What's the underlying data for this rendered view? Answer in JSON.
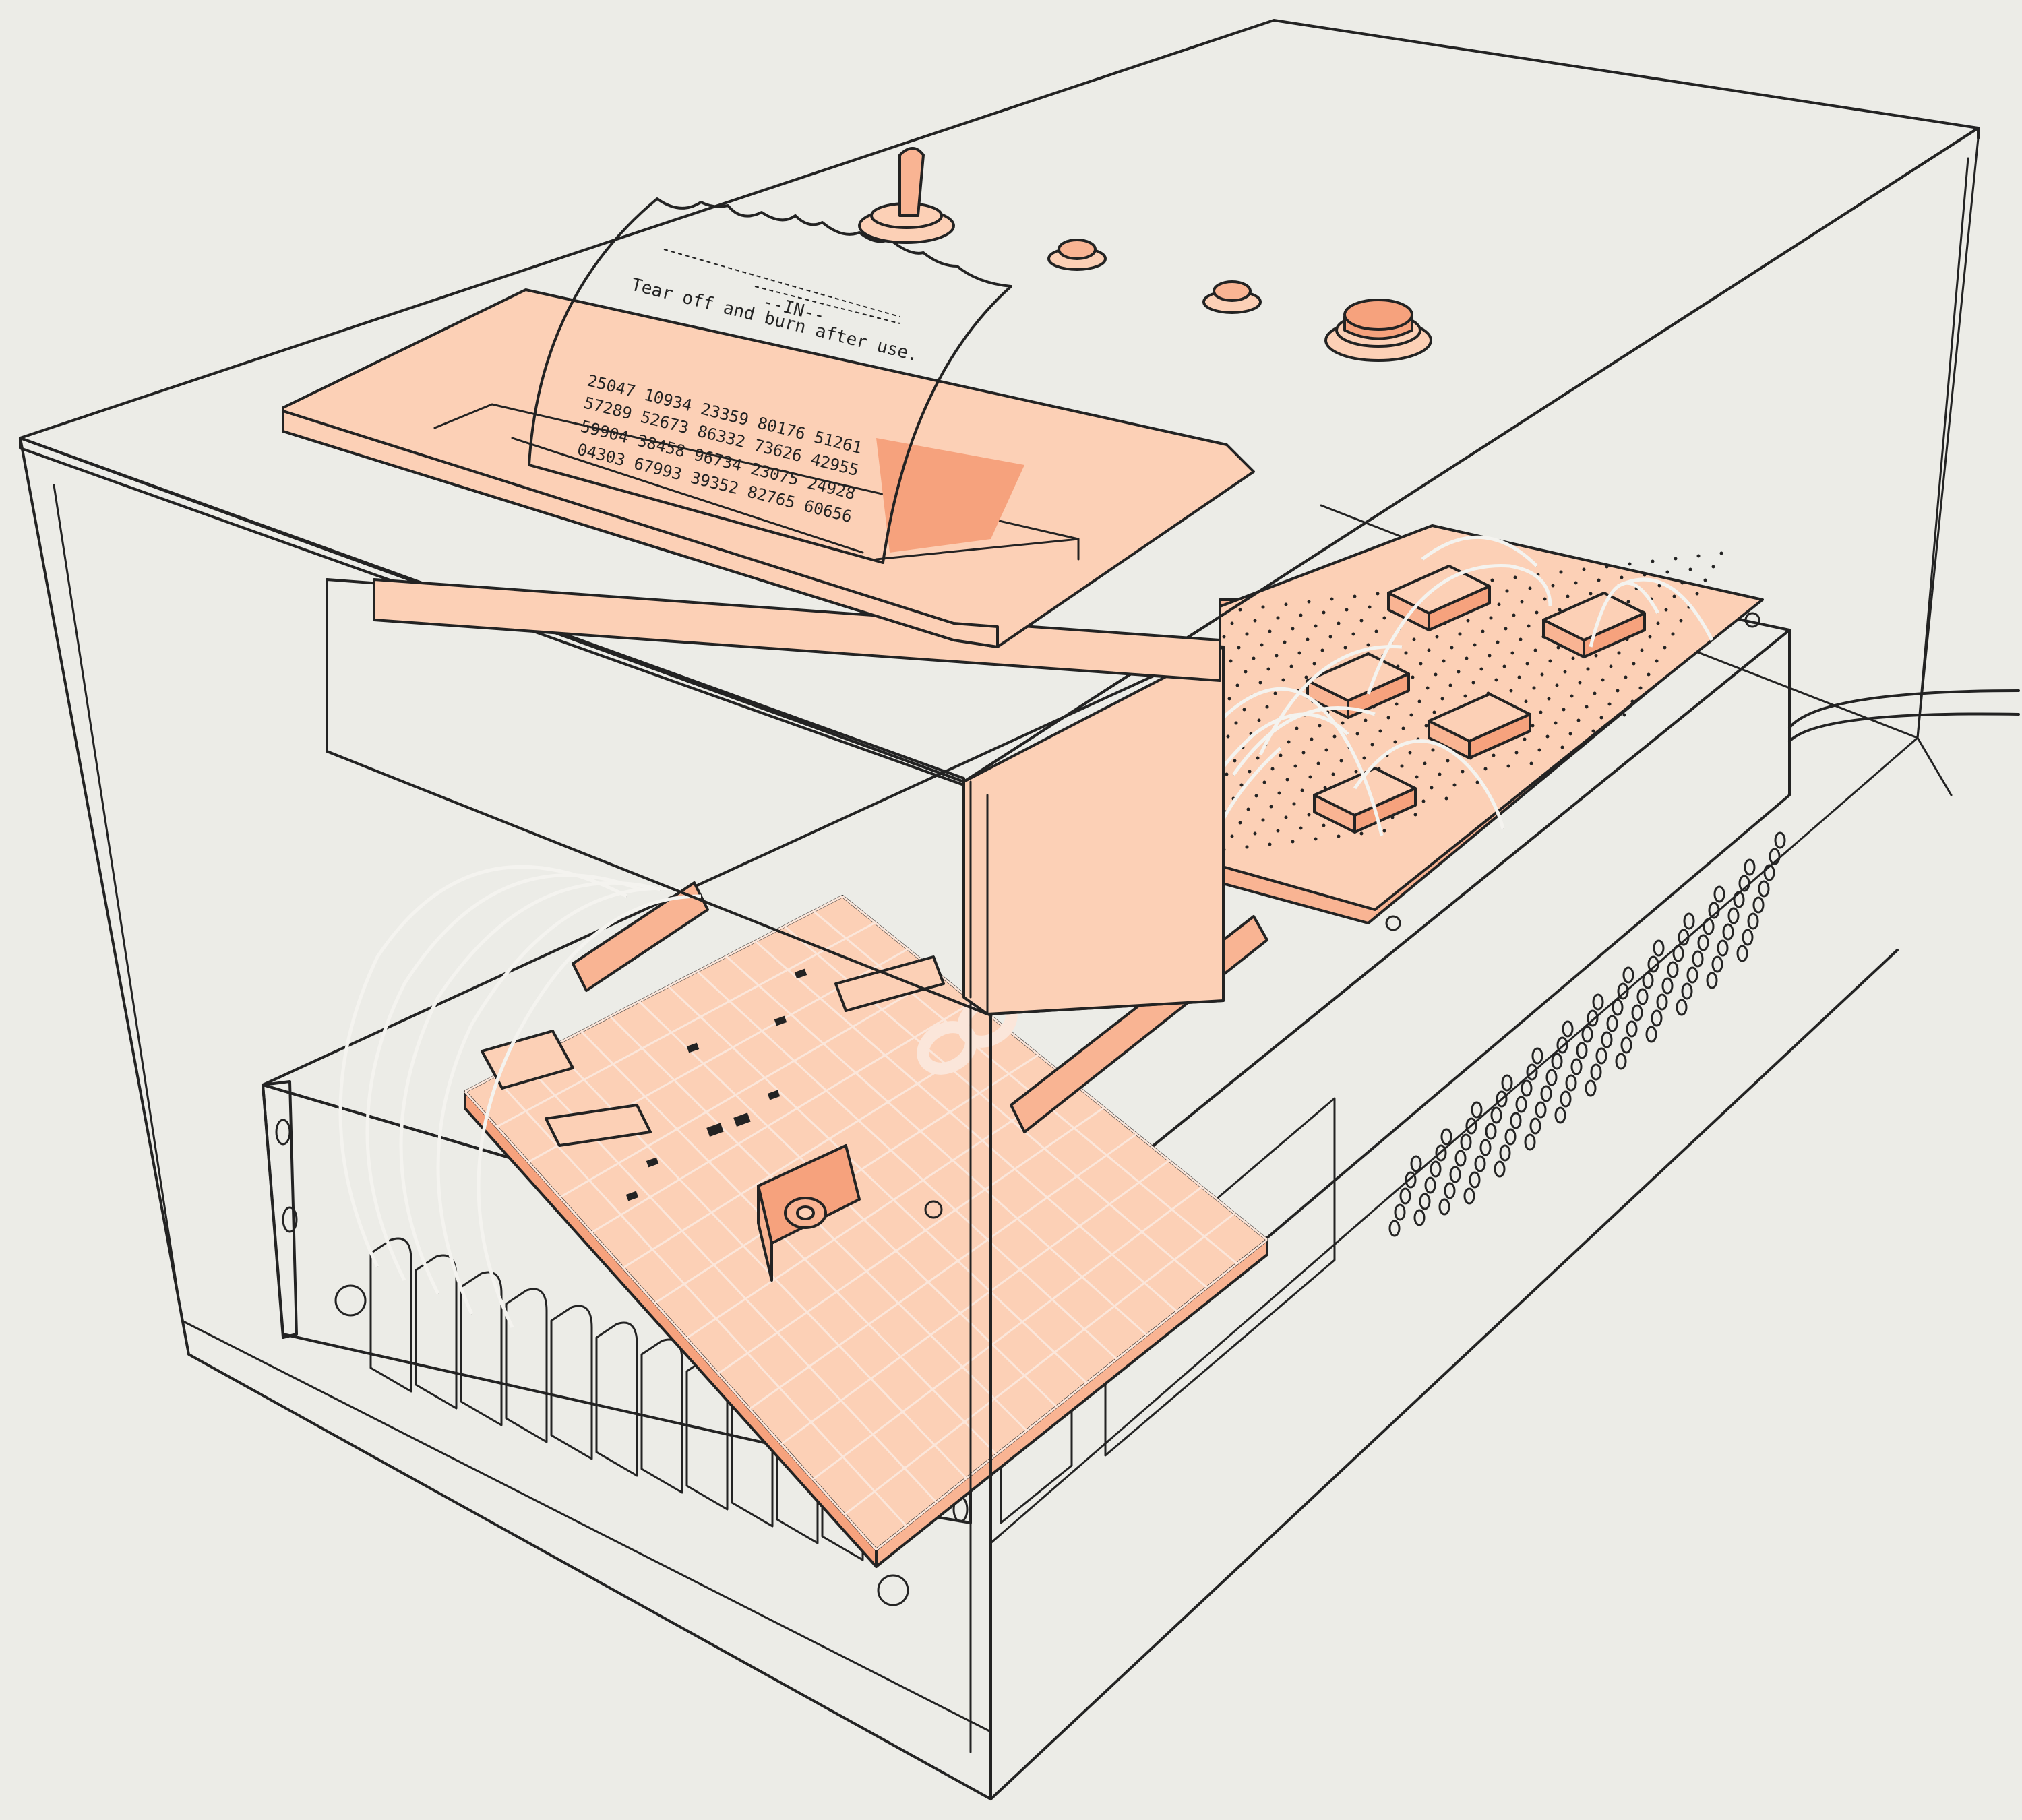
{
  "colors": {
    "background": "#ecece7",
    "outline": "#232323",
    "peach_light": "#fcd0b6",
    "peach_mid": "#f9b493",
    "peach_dark": "#f6a27d",
    "paper": "#f3f3f2"
  },
  "receipt": {
    "header": "--IN--",
    "instruction": "Tear off and burn after use.",
    "rows": [
      "25047 10934 23359 80176 51261",
      "57289 52673 86332 73626 42955",
      "59904 38458 96734 23075 24928",
      "04303 67993 39352 82765 60656"
    ]
  }
}
